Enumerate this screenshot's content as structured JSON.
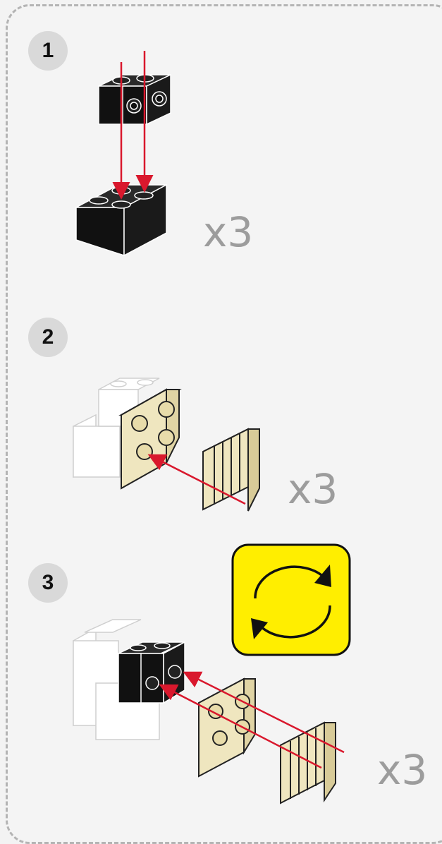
{
  "steps": [
    {
      "number": "1",
      "quantity": "x3"
    },
    {
      "number": "2",
      "quantity": "x3"
    },
    {
      "number": "3",
      "quantity": "x3"
    }
  ],
  "icons": {
    "rotate": "rotate-model-icon"
  },
  "colors": {
    "black_brick": "#111111",
    "tan_brick": "#efe6bf",
    "arrow": "#d9182d",
    "rotate_bg": "#ffee00",
    "quantity_text": "#9c9c9c"
  }
}
